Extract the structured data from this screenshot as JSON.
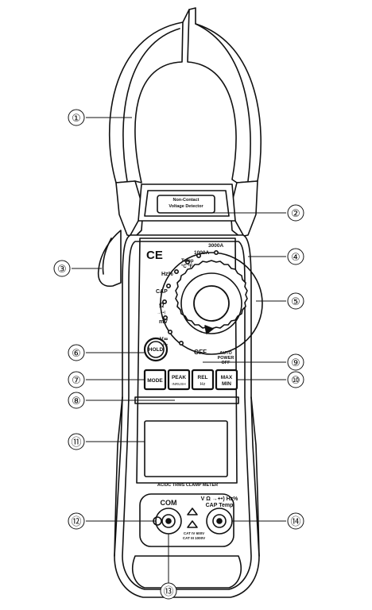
{
  "device": {
    "sensor_label_1": "Non-Contact",
    "sensor_label_2": "Voltage Detector",
    "ce_mark": "CE",
    "dial": {
      "temp": "Temp",
      "temp_units": "°C °F",
      "amp_1000": "1000A",
      "amp_3000": "3000A",
      "hz_pct": "Hz%",
      "cap": "CAP",
      "ohm": "Ω",
      "diode": "→+•)",
      "mv": "mV",
      "volt": "V≂",
      "volt_hz": "Hz",
      "off": "OFF"
    },
    "hold_button": "HOLD",
    "auto_power_1": "AUTO",
    "auto_power_2": "POWER",
    "auto_power_3": "OFF",
    "buttons": {
      "mode": "MODE",
      "peak_1": "PEAK",
      "peak_2": "INRUSH",
      "rel_1": "REL",
      "rel_2": "Hz",
      "max_1": "MAX",
      "max_2": "MIN"
    },
    "model_label": "AC/DC TRMS CLAMP METER",
    "com_label": "COM",
    "input_label_1": "V Ω →+•) Hz%",
    "input_label_2": "CAP Temp",
    "cat_1": "CAT IV 600V",
    "cat_2": "CAT III 1000V"
  },
  "callouts": [
    "①",
    "②",
    "③",
    "④",
    "⑤",
    "⑥",
    "⑦",
    "⑧",
    "⑨",
    "⑩",
    "⑪",
    "⑫",
    "⑬",
    "⑭"
  ]
}
